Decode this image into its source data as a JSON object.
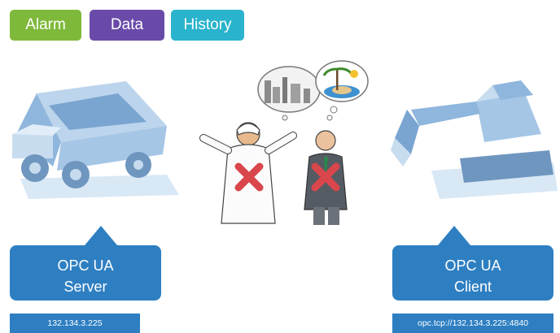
{
  "tabs": [
    {
      "label": "Alarm",
      "color": "#7fb93b"
    },
    {
      "label": "Data",
      "color": "#6a4aa8"
    },
    {
      "label": "History",
      "color": "#29b3cc"
    }
  ],
  "server": {
    "title_line1": "OPC UA",
    "title_line2": "Server",
    "address": "132.134.3.225",
    "illustration": "mining-truck"
  },
  "client": {
    "title_line1": "OPC UA",
    "title_line2": "Client",
    "address": "opc.tcp://132.134.3.225:4840",
    "illustration": "excavator"
  },
  "center_illustration": {
    "people": [
      "arab-man-thinking-of-factory",
      "businessman-thinking-of-island"
    ],
    "marks": [
      "red-x",
      "red-x"
    ]
  },
  "colors": {
    "callout": "#2e7fc2",
    "machine": "#a9c9e6",
    "mark": "#d9464b"
  }
}
